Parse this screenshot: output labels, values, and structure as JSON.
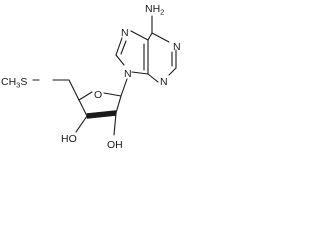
{
  "molecule": {
    "labels": {
      "amino_group": "NH",
      "amino_group_subscript": "2",
      "purine_n1": "N",
      "purine_n3": "N",
      "purine_n7": "N",
      "purine_n9": "N",
      "ring_oxygen": "O",
      "hydroxyl_2": "OH",
      "hydroxyl_3": "HO",
      "methyl_prefix": "CH",
      "methyl_subscript": "3",
      "thioether_sulfur": "S"
    },
    "colors": {
      "bond": "#1a1a1a",
      "text": "#1a1a1a",
      "background": "#ffffff"
    }
  }
}
